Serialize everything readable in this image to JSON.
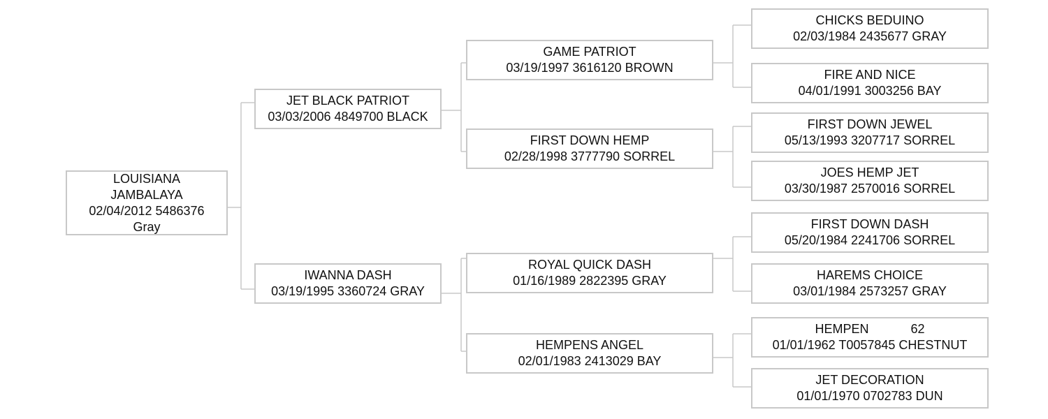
{
  "pedigree": {
    "subject": {
      "name_line1": "LOUISIANA",
      "name_line2": "JAMBALAYA",
      "info": "02/04/2012 5486376",
      "color": "Gray"
    },
    "sire": {
      "name": "JET BLACK PATRIOT",
      "info": "03/03/2006 4849700 BLACK"
    },
    "dam": {
      "name": "IWANNA DASH",
      "info": "03/19/1995 3360724 GRAY"
    },
    "sire_sire": {
      "name": "GAME PATRIOT",
      "info": "03/19/1997 3616120 BROWN"
    },
    "sire_dam": {
      "name": "FIRST DOWN HEMP",
      "info": "02/28/1998 3777790 SORREL"
    },
    "dam_sire": {
      "name": "ROYAL QUICK DASH",
      "info": "01/16/1989 2822395 GRAY"
    },
    "dam_dam": {
      "name": "HEMPENS ANGEL",
      "info": "02/01/1983 2413029 BAY"
    },
    "ggp": [
      {
        "name": "CHICKS BEDUINO",
        "info": "02/03/1984 2435677 GRAY"
      },
      {
        "name": "FIRE AND NICE",
        "info": "04/01/1991 3003256 BAY"
      },
      {
        "name": "FIRST DOWN JEWEL",
        "info": "05/13/1993 3207717 SORREL"
      },
      {
        "name": "JOES HEMP JET",
        "info": "03/30/1987 2570016 SORREL"
      },
      {
        "name": "FIRST DOWN DASH",
        "info": "05/20/1984 2241706 SORREL"
      },
      {
        "name": "HAREMS CHOICE",
        "info": "03/01/1984 2573257 GRAY"
      },
      {
        "name": "HEMPEN            62",
        "info": "01/01/1962 T0057845 CHESTNUT"
      },
      {
        "name": "JET DECORATION",
        "info": "01/01/1970 0702783 DUN"
      }
    ]
  },
  "style": {
    "line_color": "#c8c8c8",
    "box_border_color": "#c8c8c8",
    "text_color": "#111111"
  }
}
